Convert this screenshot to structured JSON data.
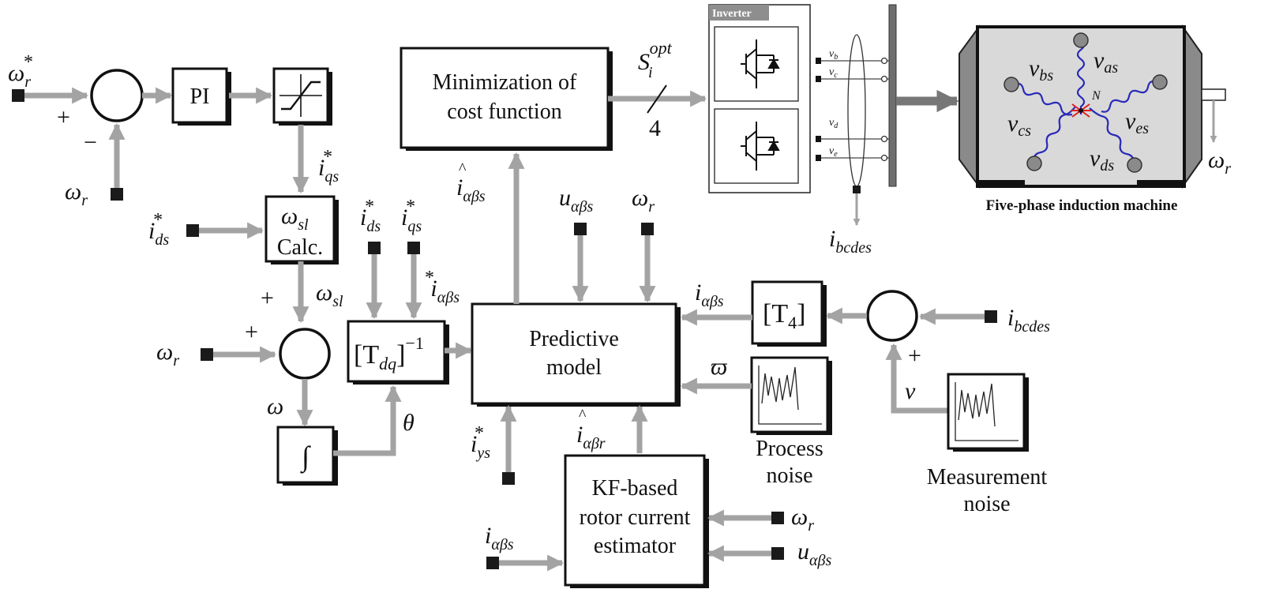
{
  "blocks": {
    "pi": "PI",
    "min_cost_line1": "Minimization of",
    "min_cost_line2": "cost function",
    "wsl_calc_sym": "ω",
    "wsl_calc_sub": "sl",
    "wsl_calc_label": "Calc.",
    "tdq_inv": "[T",
    "tdq_sub": "dq",
    "tdq_close": "]",
    "tdq_exp": "−1",
    "predictive_line1": "Predictive",
    "predictive_line2": "model",
    "t4": "[T",
    "t4_sub": "4",
    "t4_close": "]",
    "kf_line1": "KF-based",
    "kf_line2": "rotor current",
    "kf_line3": "estimator",
    "integrator": "∫",
    "inverter": "Inverter",
    "machine": "Five-phase induction machine"
  },
  "labels": {
    "process_noise_1": "Process",
    "process_noise_2": "noise",
    "measurement_noise_1": "Measurement",
    "measurement_noise_2": "noise",
    "bus_width": "4",
    "plus": "+",
    "minus": "−"
  },
  "signals": {
    "omega": "ω",
    "omega_r_sub": "r",
    "star": "*",
    "i": "i",
    "u": "u",
    "qs": "qs",
    "ds": "ds",
    "ys": "ys",
    "alpha_beta_s": "αβs",
    "alpha_beta_r": "αβr",
    "bcdes": "bcdes",
    "sl": "sl",
    "theta": "θ",
    "varpi": "ϖ",
    "nu": "ν",
    "s_opt_base": "S",
    "s_opt_sub": "i",
    "s_opt_sup": "opt",
    "hat": "^",
    "N": "N",
    "v": "v",
    "as": "as",
    "bs": "bs",
    "cs": "cs",
    "ds_v": "ds",
    "es": "es",
    "vb": "v",
    "vb_sub": "b",
    "vc_sub": "c",
    "vd_sub": "d",
    "ve_sub": "e"
  },
  "colors": {
    "wire": "#a3a3a3",
    "block_stroke": "#111111",
    "coil": "#2a2ab8",
    "neutral": "#e02020",
    "machine_fill": "#d9d9d9"
  }
}
